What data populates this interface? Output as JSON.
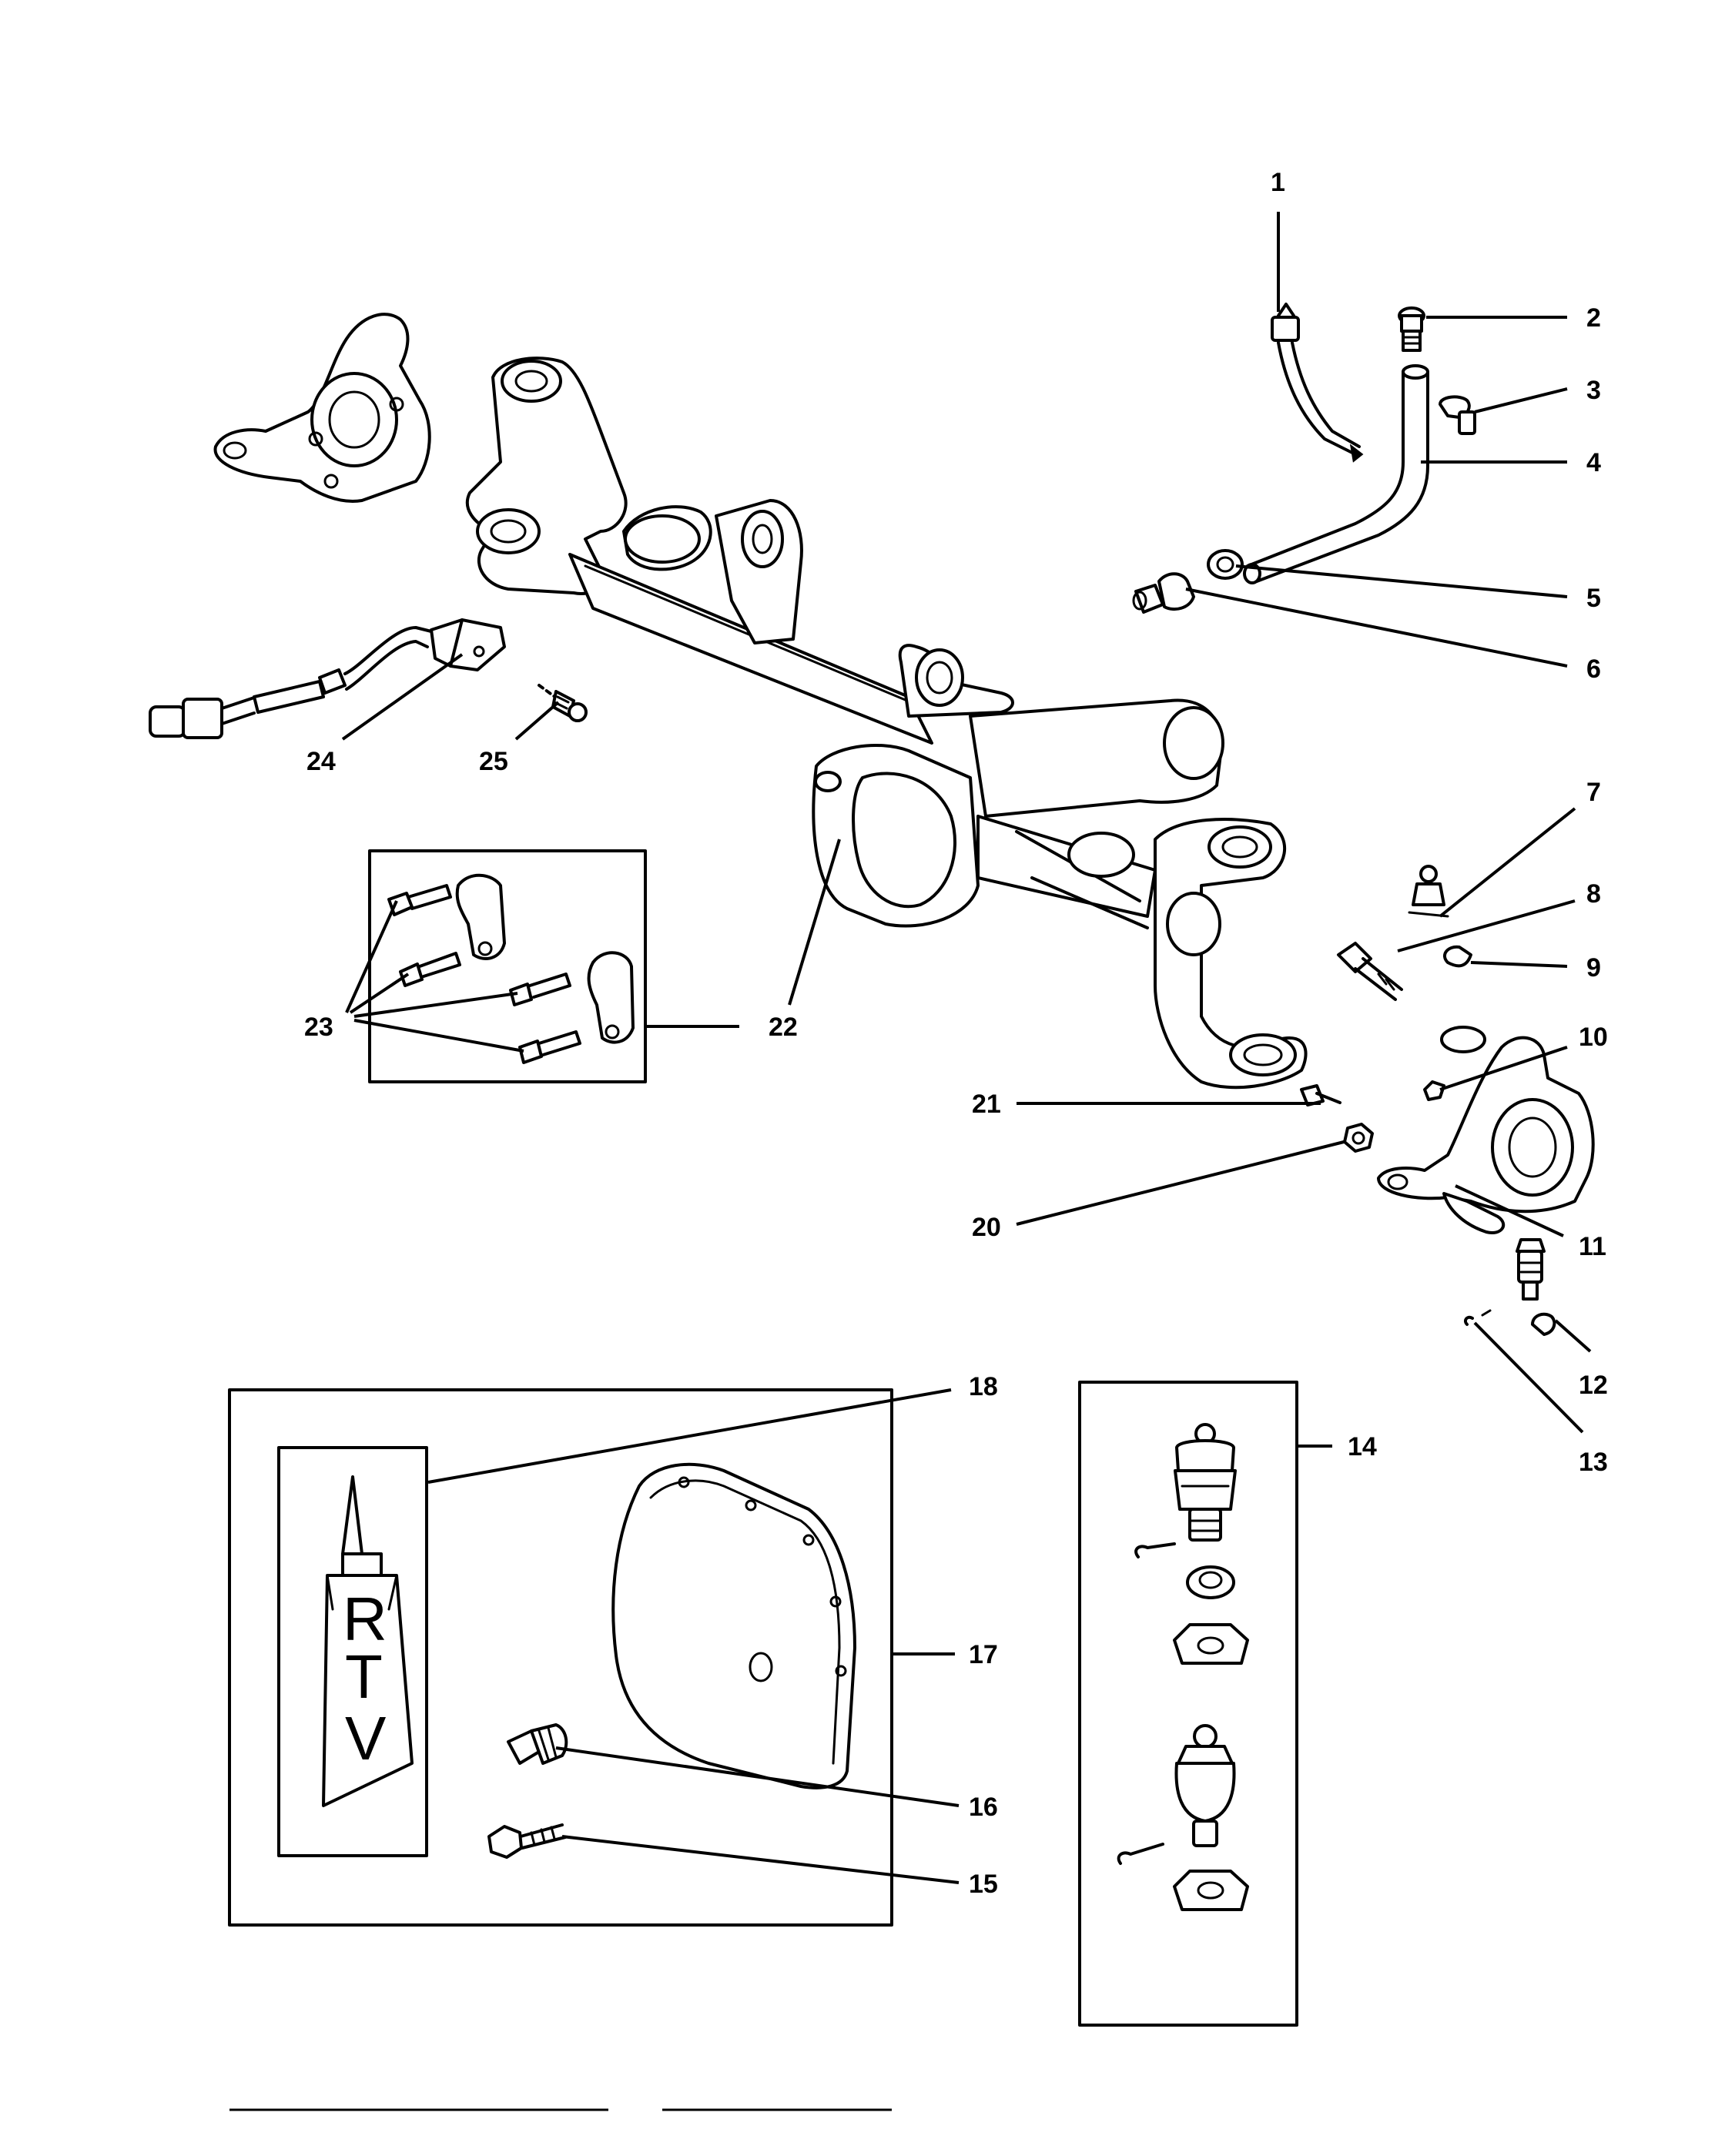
{
  "callouts": [
    {
      "id": "1",
      "label": "1"
    },
    {
      "id": "2",
      "label": "2"
    },
    {
      "id": "3",
      "label": "3"
    },
    {
      "id": "4",
      "label": "4"
    },
    {
      "id": "5",
      "label": "5"
    },
    {
      "id": "6",
      "label": "6"
    },
    {
      "id": "7",
      "label": "7"
    },
    {
      "id": "8",
      "label": "8"
    },
    {
      "id": "9",
      "label": "9"
    },
    {
      "id": "10",
      "label": "10"
    },
    {
      "id": "11",
      "label": "11"
    },
    {
      "id": "12",
      "label": "12"
    },
    {
      "id": "13",
      "label": "13"
    },
    {
      "id": "14",
      "label": "14"
    },
    {
      "id": "15",
      "label": "15"
    },
    {
      "id": "16",
      "label": "16"
    },
    {
      "id": "17",
      "label": "17"
    },
    {
      "id": "18",
      "label": "18"
    },
    {
      "id": "20",
      "label": "20"
    },
    {
      "id": "21",
      "label": "21"
    },
    {
      "id": "22a",
      "label": "22"
    },
    {
      "id": "22b",
      "label": "22"
    },
    {
      "id": "23",
      "label": "23"
    },
    {
      "id": "24",
      "label": "24"
    },
    {
      "id": "25",
      "label": "25"
    }
  ],
  "sealant_tube": {
    "letters": [
      "R",
      "T",
      "V"
    ]
  }
}
